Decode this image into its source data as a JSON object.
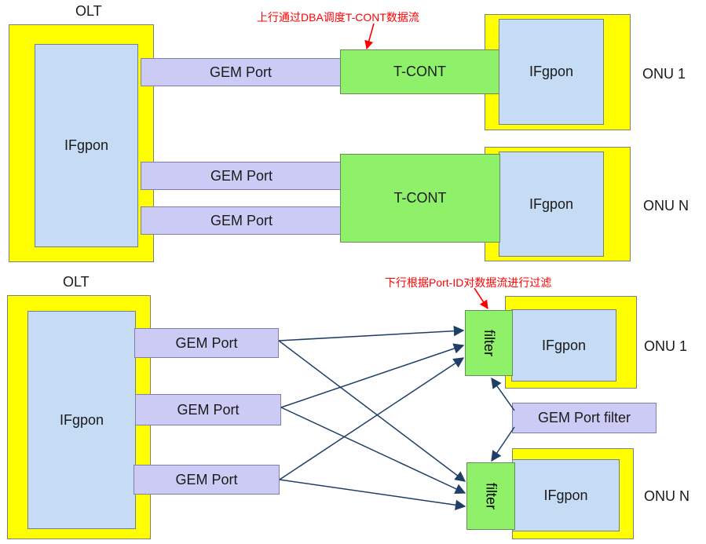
{
  "top": {
    "olt_title": "OLT",
    "olt_ifgpon": "IFgpon",
    "note": "上行通过DBA调度T-CONT数据流",
    "gem_ports": [
      "GEM Port",
      "GEM Port",
      "GEM Port"
    ],
    "tconts": [
      "T-CONT",
      "T-CONT"
    ],
    "onu1_ifgpon": "IFgpon",
    "onu1_label": "ONU 1",
    "onun_ifgpon": "IFgpon",
    "onun_label": "ONU N"
  },
  "bottom": {
    "olt_title": "OLT",
    "olt_ifgpon": "IFgpon",
    "note": "下行根据Port-ID对数据流进行过滤",
    "gem_ports": [
      "GEM Port",
      "GEM Port",
      "GEM Port"
    ],
    "filters": [
      "filter",
      "filter"
    ],
    "onu1_ifgpon": "IFgpon",
    "onu1_label": "ONU 1",
    "onun_ifgpon": "IFgpon",
    "onun_label": "ONU N",
    "gem_port_filter": "GEM Port filter"
  },
  "colors": {
    "yellow": "#ffff00",
    "ifgpon_blue": "#c6dcf5",
    "gem_purple": "#cccbf5",
    "tcont_green": "#8ff06a",
    "arrow_navy": "#1f3f66",
    "note_red": "#ff0000"
  }
}
